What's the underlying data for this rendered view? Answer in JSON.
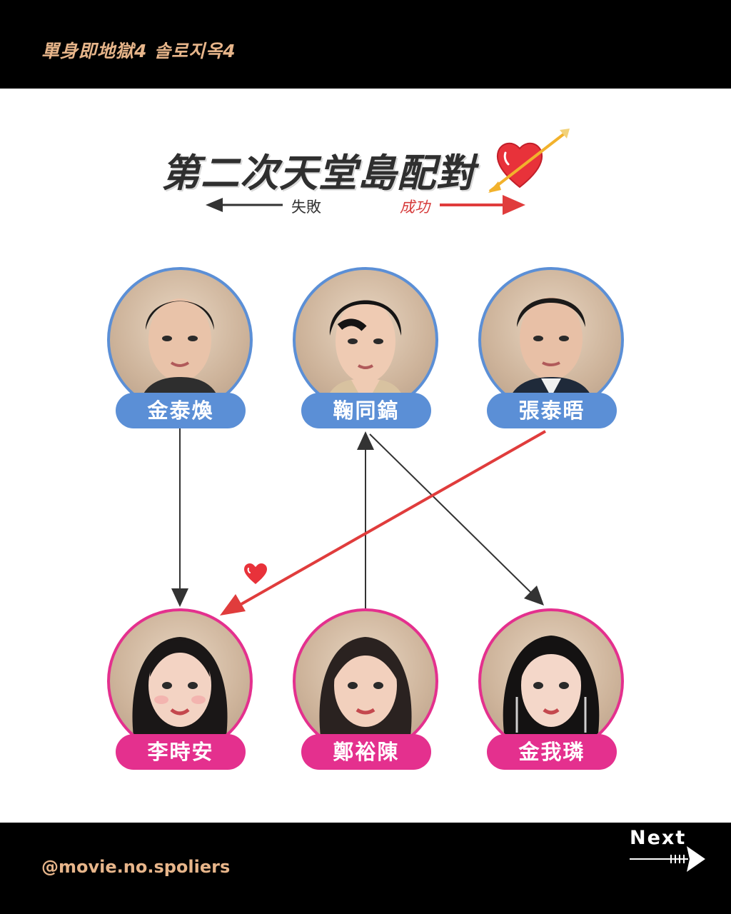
{
  "header": {
    "title": "單身即地獄4 솔로지옥4"
  },
  "diagram": {
    "title": "第二次天堂島配對",
    "legend": {
      "fail_label": "失敗",
      "success_label": "成功"
    },
    "men": [
      {
        "name": "金泰煥"
      },
      {
        "name": "鞠同鎬"
      },
      {
        "name": "張泰晤"
      }
    ],
    "women": [
      {
        "name": "李時安"
      },
      {
        "name": "鄭裕陳"
      },
      {
        "name": "金我璘"
      }
    ],
    "links": [
      {
        "from": "金泰煥",
        "to": "李時安",
        "result": "失敗"
      },
      {
        "from": "鄭裕陳",
        "to": "鞠同鎬",
        "result": "失敗"
      },
      {
        "from": "鞠同鎬",
        "to": "金我璘",
        "result": "失敗"
      },
      {
        "from": "張泰晤",
        "to": "李時安",
        "result": "成功"
      }
    ],
    "colors": {
      "male": "#5b8fd6",
      "female": "#e4308e",
      "fail": "#333333",
      "success": "#e03c3c"
    }
  },
  "footer": {
    "handle": "@movie.no.spoliers",
    "next_label": "Next"
  }
}
